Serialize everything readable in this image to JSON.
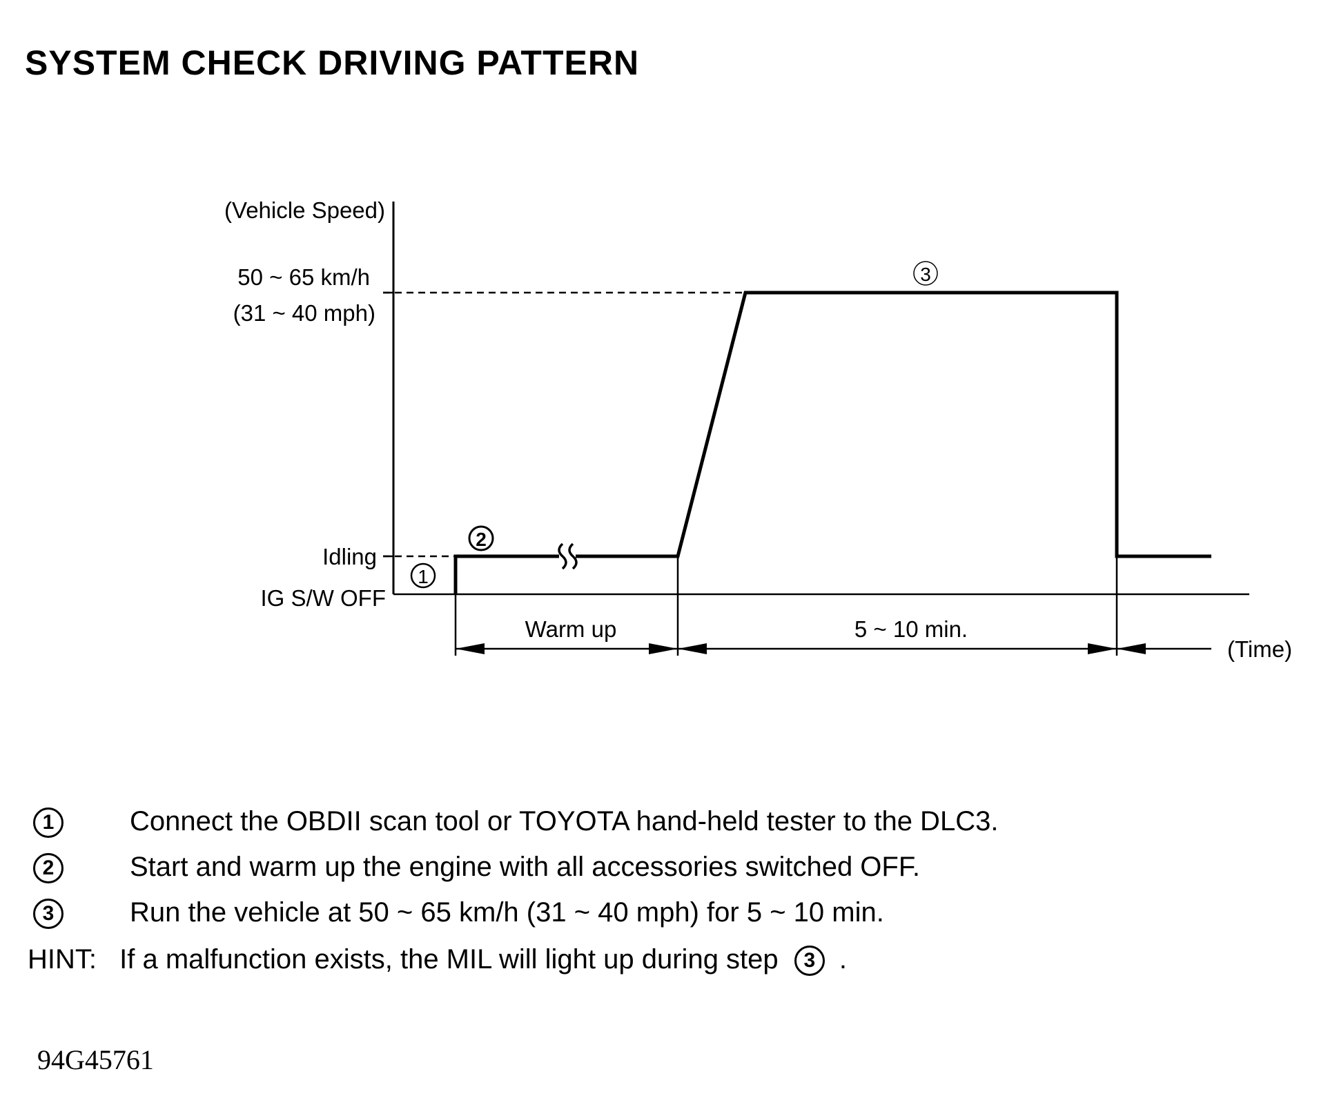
{
  "title": "SYSTEM CHECK DRIVING PATTERN",
  "diagram": {
    "y_axis_label": "(Vehicle Speed)",
    "speed_label_kmh": "50 ~ 65 km/h",
    "speed_label_mph": "(31 ~ 40 mph)",
    "idling_label": "Idling",
    "ig_off_label": "IG S/W OFF",
    "warmup_label": "Warm up",
    "duration_label": "5 ~ 10 min.",
    "time_label": "(Time)",
    "marker_1": "1",
    "marker_2": "2",
    "marker_3": "3"
  },
  "steps": [
    {
      "num": "1",
      "text": "Connect the OBDII scan tool or TOYOTA hand-held tester to the DLC3."
    },
    {
      "num": "2",
      "text": "Start and warm up the engine with all accessories switched OFF."
    },
    {
      "num": "3",
      "text": "Run the vehicle at 50 ~ 65 km/h (31 ~ 40 mph) for 5 ~ 10 min."
    }
  ],
  "hint": {
    "label": "HINT:",
    "text": "If a malfunction exists, the MIL will light up during step",
    "step_ref": "3",
    "end": "."
  },
  "figure_code": "94G45761"
}
